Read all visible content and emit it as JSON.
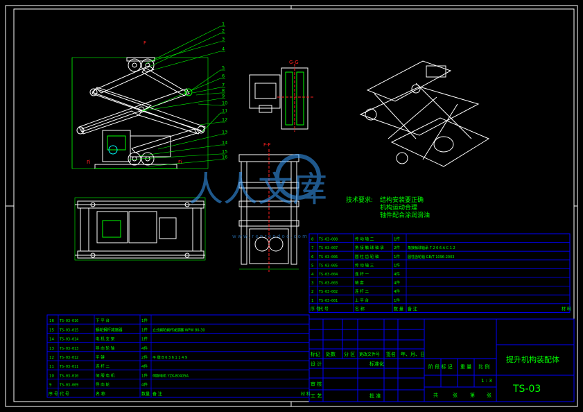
{
  "section_labels": {
    "gg": "G-G",
    "ff": "F-F"
  },
  "force_labels": {
    "f_top": "F",
    "f_bl": "Fi",
    "f_br": "Fi"
  },
  "callouts": [
    "1",
    "2",
    "3",
    "4",
    "5",
    "6",
    "7",
    "8",
    "9",
    "10",
    "11",
    "12",
    "13",
    "14",
    "15",
    "16"
  ],
  "tech_requirements": {
    "title": "技术要求:",
    "lines": [
      "结构安装要正确",
      "机构运动合理",
      "轴件配合涂润滑油"
    ]
  },
  "watermark": {
    "text": "人人文库",
    "url": "w w w . r e n r e n d o c . c o m"
  },
  "title_block": {
    "name": "提升机构装配体",
    "drawing_no": "TS-03",
    "scale": "1 : 3",
    "h_biaoji": "标记",
    "h_chushu": "处数",
    "h_fenqu": "分 区",
    "h_gengwen": "更改文件号",
    "h_qianming": "签名",
    "h_date": "年、月、日",
    "sheji": "设 计",
    "biaozhunhua": "标准化",
    "shenhe": "审 核",
    "gongyi": "工 艺",
    "pizhun": "批 准",
    "stage_headers": [
      "阶 段 标 记",
      "重 量",
      "比 例"
    ],
    "sheets": [
      "共",
      "张",
      "第",
      "张"
    ]
  },
  "bom_top": {
    "rows": [
      {
        "code": "TS-03-008",
        "name": "传 动 轴 二",
        "qty": "1件",
        "note": "",
        "mat": ""
      },
      {
        "code": "TS-03-007",
        "name": "角 接 触 球 轴 承",
        "qty": "2件",
        "note": "",
        "mat": "角接触球轴承 7 2 0 6 A C 1 2"
      },
      {
        "code": "TS-03-006",
        "name": "圆 柱 齿 轮 轴",
        "qty": "1件",
        "note": "",
        "mat": "圆柱齿轮轴 GB/T 1096-2003"
      },
      {
        "code": "TS-03-005",
        "name": "传 动 轴 三",
        "qty": "1件",
        "note": "",
        "mat": ""
      },
      {
        "code": "TS-03-004",
        "name": "连 杆 一",
        "qty": "4件",
        "note": "",
        "mat": ""
      },
      {
        "code": "TS-03-003",
        "name": "轴 套",
        "qty": "4件",
        "note": "",
        "mat": ""
      },
      {
        "code": "TS-03-002",
        "name": "连 杆 二",
        "qty": "4件",
        "note": "",
        "mat": ""
      },
      {
        "code": "TS-03-001",
        "name": "上 平 台",
        "qty": "1件",
        "note": "",
        "mat": ""
      }
    ],
    "nums": [
      "8",
      "7",
      "6",
      "5",
      "4",
      "3",
      "2",
      "1"
    ],
    "header": {
      "seq": "序 号",
      "code": "代 号",
      "name": "名 称",
      "qty": "数 量",
      "note": "备 注",
      "mat": "材 料"
    }
  },
  "bom_bottom": {
    "rows": [
      {
        "num": "16",
        "code": "TS-03-016",
        "name": "下 平 台",
        "qty": "1件",
        "mat": ""
      },
      {
        "num": "15",
        "code": "TS-03-015",
        "name": "蜗轮蜗杆减速器",
        "qty": "1件",
        "mat": "立式蜗轮蜗杆减速器 WPW 80-30"
      },
      {
        "num": "14",
        "code": "TS-03-014",
        "name": "电 机 支 架",
        "qty": "1件",
        "mat": ""
      },
      {
        "num": "13",
        "code": "TS-03-013",
        "name": "导 向 轮 轴",
        "qty": "4件",
        "mat": ""
      },
      {
        "num": "12",
        "code": "TS-03-012",
        "name": "平 键",
        "qty": "2件",
        "mat": "平 键 B 6 3 6 1 1 4 9"
      },
      {
        "num": "11",
        "code": "TS-03-011",
        "name": "连 杆 二",
        "qty": "4件",
        "mat": ""
      },
      {
        "num": "10",
        "code": "TS-03-010",
        "name": "伺 服 电 机",
        "qty": "1件",
        "mat": "伺服电机 YZK-80405A"
      },
      {
        "num": "9",
        "code": "TS-03-009",
        "name": "导 向 轮",
        "qty": "4件",
        "mat": ""
      }
    ],
    "header": {
      "seq": "序 号",
      "code": "代 号",
      "name": "名 称",
      "qty": "数量",
      "note": "备 注",
      "mat": "材 料"
    }
  },
  "colors": {
    "bg": "#000000",
    "frame": "#ffffff",
    "line": "#00ff00",
    "table": "#0000ff",
    "text": "#00ff00",
    "callout": "#ffff00",
    "label_red": "#ff2020",
    "watermark": "#3aa0ff"
  }
}
